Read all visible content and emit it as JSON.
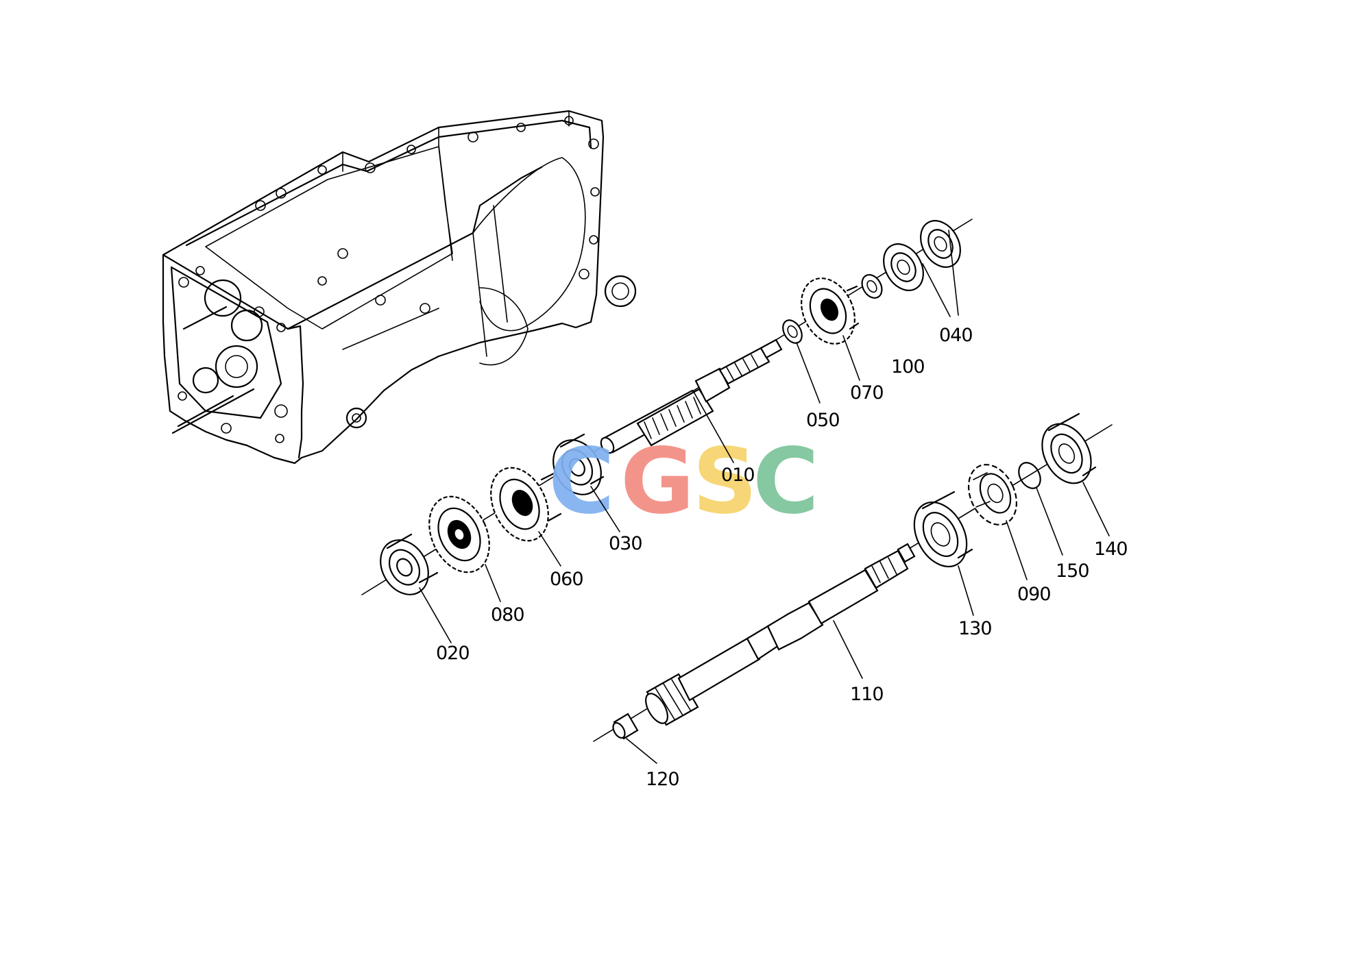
{
  "diagram": {
    "parts": [
      {
        "id": "010"
      },
      {
        "id": "020"
      },
      {
        "id": "030"
      },
      {
        "id": "040"
      },
      {
        "id": "050"
      },
      {
        "id": "060"
      },
      {
        "id": "070"
      },
      {
        "id": "080"
      },
      {
        "id": "090"
      },
      {
        "id": "100"
      },
      {
        "id": "110"
      },
      {
        "id": "120"
      },
      {
        "id": "130"
      },
      {
        "id": "140"
      },
      {
        "id": "150"
      }
    ]
  },
  "watermark": {
    "letters": [
      "C",
      "G",
      "S",
      "C"
    ],
    "colors": [
      "#7fb0f0",
      "#f28b82",
      "#f6d36b",
      "#7cc49a"
    ]
  }
}
